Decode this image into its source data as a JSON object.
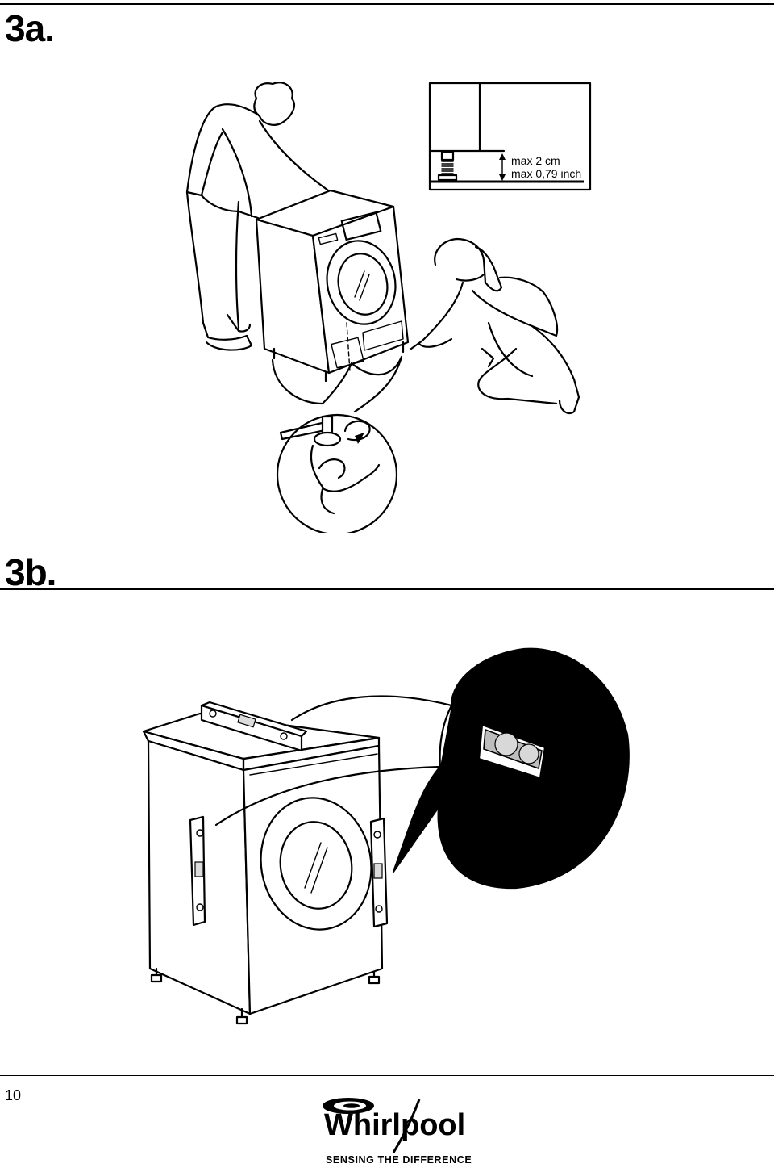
{
  "section_a": {
    "title": "3a."
  },
  "section_b": {
    "title": "3b."
  },
  "clearance_note": {
    "line1": "max 2 cm",
    "line2": "max 0,79 inch"
  },
  "footer": {
    "page_number": "10",
    "brand": "Whirlpool",
    "tagline": "SENSING THE DIFFERENCE"
  },
  "icons": {
    "clockwise_rotation": "rotate-clockwise-icon",
    "double_arrow": "vertical-double-arrow-icon"
  },
  "colors": {
    "ink": "#000000",
    "paper": "#ffffff",
    "bubble_gray": "#bdbdbd"
  }
}
